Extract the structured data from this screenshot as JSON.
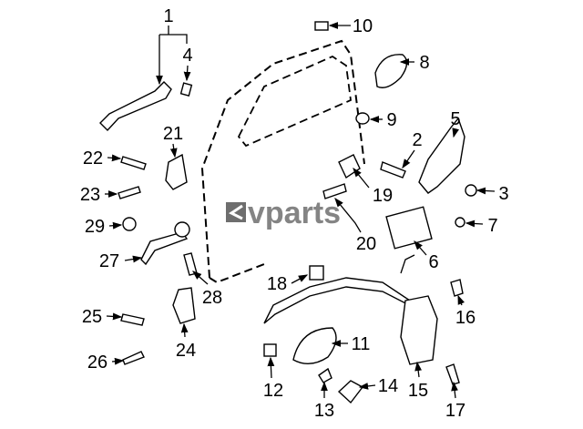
{
  "diagram": {
    "callouts": [
      "1",
      "2",
      "3",
      "4",
      "5",
      "6",
      "7",
      "8",
      "9",
      "10",
      "11",
      "12",
      "13",
      "14",
      "15",
      "16",
      "17",
      "18",
      "19",
      "20",
      "21",
      "22",
      "23",
      "24",
      "25",
      "26",
      "27",
      "28",
      "29"
    ],
    "watermark": "vparts"
  }
}
